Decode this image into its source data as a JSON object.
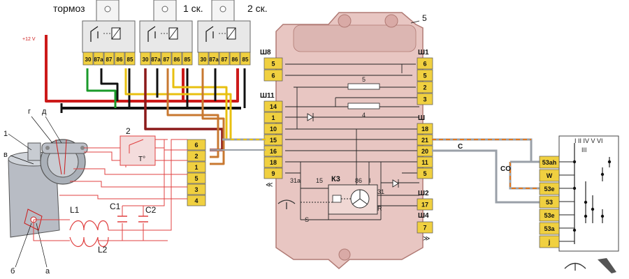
{
  "relays": [
    {
      "label": "тормоз",
      "pins": [
        "30",
        "87a",
        "87",
        "86",
        "85"
      ]
    },
    {
      "label": "1 ск.",
      "pins": [
        "30",
        "87a",
        "87",
        "86",
        "85"
      ]
    },
    {
      "label": "2 ск.",
      "pins": [
        "30",
        "87a",
        "87",
        "86",
        "85"
      ]
    }
  ],
  "supply_label": "+12 V",
  "block_number": "5",
  "connectors": {
    "sh8": {
      "title": "Ш8",
      "pins": [
        "5",
        "6"
      ]
    },
    "sh1": {
      "title": "Ш1",
      "pins": [
        "6",
        "5",
        "2",
        "3"
      ]
    },
    "sh11": {
      "title": "Ш11",
      "pins": [
        "14",
        "1",
        "10",
        "15",
        "16",
        "18",
        "9"
      ]
    },
    "sh3": {
      "title": "Ш",
      "pins": [
        "18",
        "21",
        "20",
        "11",
        "5"
      ]
    },
    "sh2": {
      "title": "Ш2",
      "pins": [
        "17"
      ]
    },
    "sh4": {
      "title": "Ш4",
      "pins": [
        "7"
      ]
    }
  },
  "internal": {
    "fuse1": "5",
    "fuse2": "4",
    "k3": "К3",
    "k3_pins": [
      "31a",
      "15",
      "86",
      "I",
      "31",
      "R",
      "S"
    ]
  },
  "motor_connector_pins": [
    "6",
    "2",
    "1",
    "5",
    "3",
    "4"
  ],
  "motor_labels": [
    "1",
    "г",
    "д",
    "в",
    "б",
    "а"
  ],
  "thermo": {
    "number": "2",
    "symbol": "T°"
  },
  "coils": [
    "L1",
    "L2"
  ],
  "caps": [
    "C1",
    "C2"
  ],
  "wire_labels": [
    "C",
    "CO"
  ],
  "switch": {
    "pins": [
      "53ah",
      "W",
      "53e",
      "53",
      "53e",
      "53a",
      "j"
    ],
    "positions": "I II IV V VI",
    "pos3": "III"
  },
  "colors": {
    "red": "#cc1a1a",
    "darkred": "#8b1a1a",
    "green": "#1a9a2a",
    "yellow": "#e8c010",
    "brown": "#c87830",
    "black": "#111111",
    "orange": "#e07820",
    "grey": "#9aa0a8",
    "pinyellow": "#f0d040",
    "block": "#e8c6c2",
    "blockedge": "#b07a74",
    "thin": "#e04040"
  }
}
